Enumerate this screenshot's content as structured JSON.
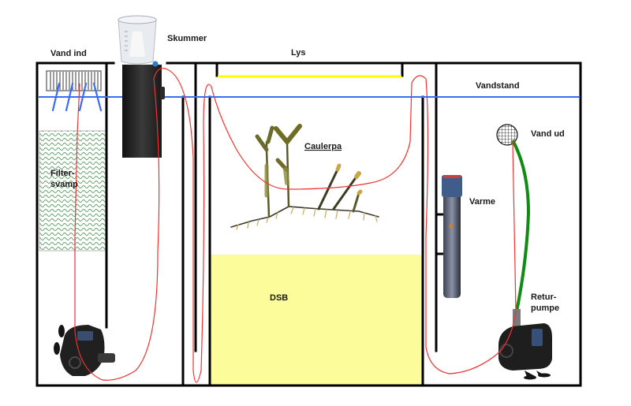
{
  "diagram": {
    "title": "Sump diagram",
    "labels": {
      "water_in": "Vand ind",
      "skimmer": "Skummer",
      "light": "Lys",
      "water_level": "Vandstand",
      "water_out": "Vand ud",
      "caulerpa": "Caulerpa",
      "filter_sponge_line1": "Filter-",
      "filter_sponge_line2": "svamp",
      "heater": "Varme",
      "dsb": "DSB",
      "return_pump_line1": "Retur-",
      "return_pump_line2": "pumpe"
    },
    "colors": {
      "wall": "#000000",
      "water_line": "#3b6cf5",
      "flow_line": "#ee3333",
      "light_bar": "#ffff00",
      "dsb_fill": "#fdfc9a",
      "filter_sponge": "#2e7d32",
      "return_hose": "#138a13",
      "skimmer_body": "#2a2a2a",
      "pump_body": "#1e1e1e"
    }
  }
}
